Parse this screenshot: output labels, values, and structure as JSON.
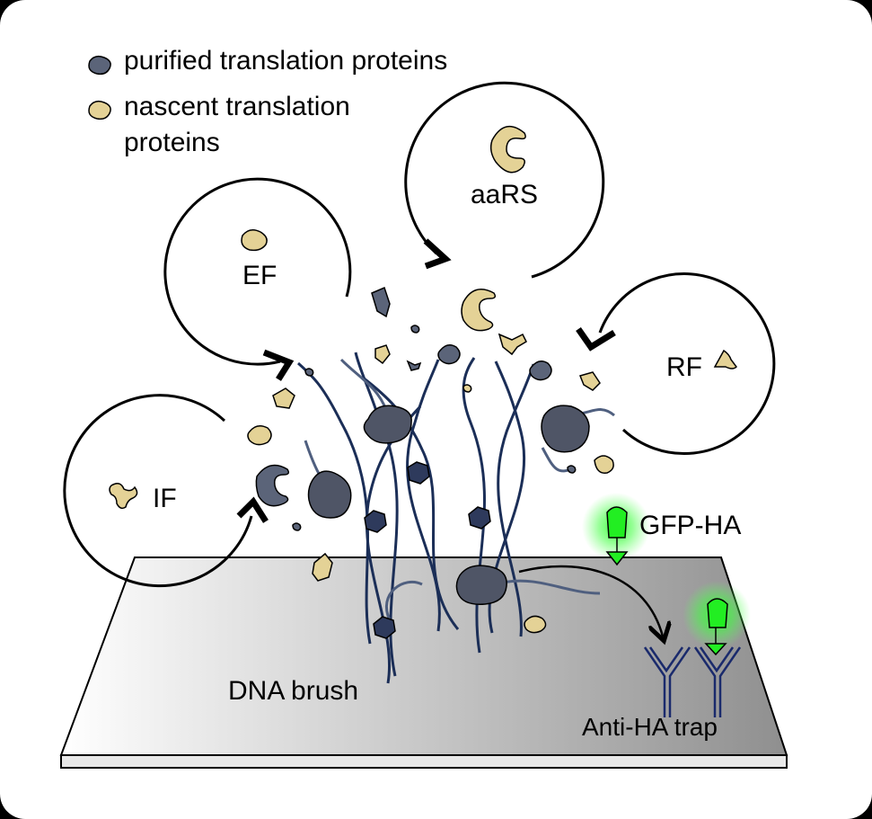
{
  "legend": {
    "purified": {
      "label": "purified translation proteins",
      "color": "#5b6479"
    },
    "nascent": {
      "label_line1": "nascent translation",
      "label_line2": "proteins",
      "color": "#e4d296"
    }
  },
  "cycles": {
    "ef": "EF",
    "aars": "aaRS",
    "rf": "RF",
    "if": "IF"
  },
  "labels": {
    "dna_brush": "DNA brush",
    "gfp_ha": "GFP-HA",
    "anti_ha_trap": "Anti-HA trap"
  },
  "colors": {
    "dna": "#1b2e57",
    "ribosome": "#4f5566",
    "gfp": "#22ee22",
    "antibody": "#1a2a6c",
    "surface_light": "#ffffff",
    "surface_dark": "#8c8c8c"
  }
}
